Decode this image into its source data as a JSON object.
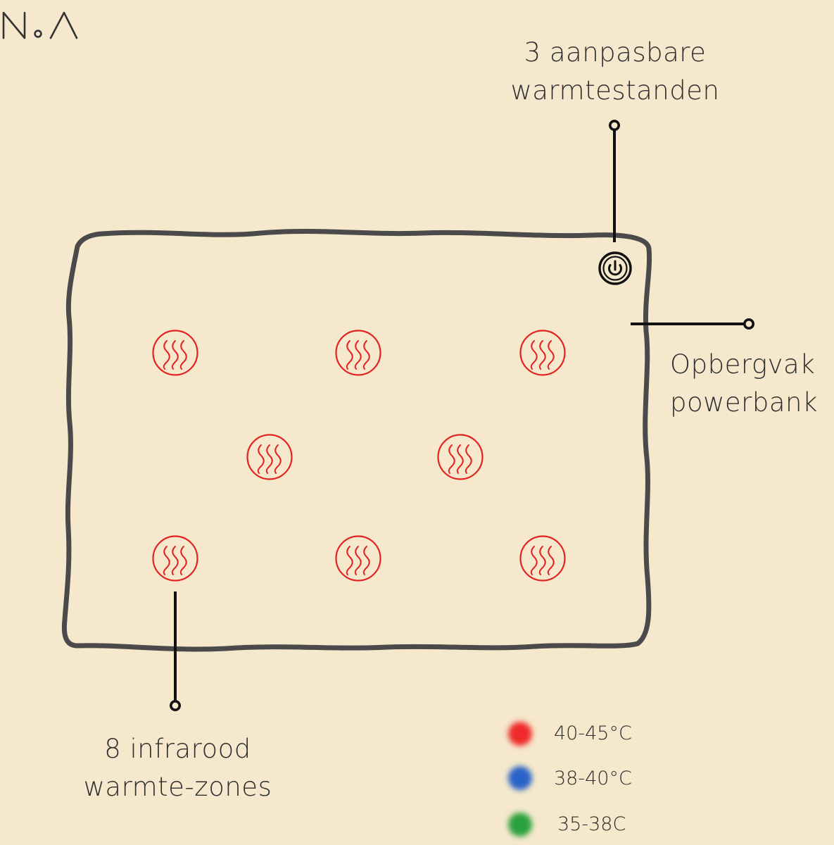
{
  "brand": {
    "logo_text": "N.Λ"
  },
  "labels": {
    "settings": [
      "3 aanpasbare",
      "warmtestanden"
    ],
    "storage": [
      "Opbergvak",
      "powerbank"
    ],
    "zones": [
      "8 infrarood",
      "warmte-zones"
    ]
  },
  "legend": [
    {
      "label": "40-45°C",
      "color": "#ef2b2b"
    },
    {
      "label": "38-40°C",
      "color": "#2b64c8"
    },
    {
      "label": "35-38C",
      "color": "#2ca13c"
    }
  ],
  "colors": {
    "outline": "#4a4a4a",
    "heat_icon": "#e32222",
    "label": "#2e2e2e",
    "background": "#f5e8cc"
  },
  "icons": {
    "power": "power-icon",
    "heat_zone": "heat-zone-icon"
  }
}
